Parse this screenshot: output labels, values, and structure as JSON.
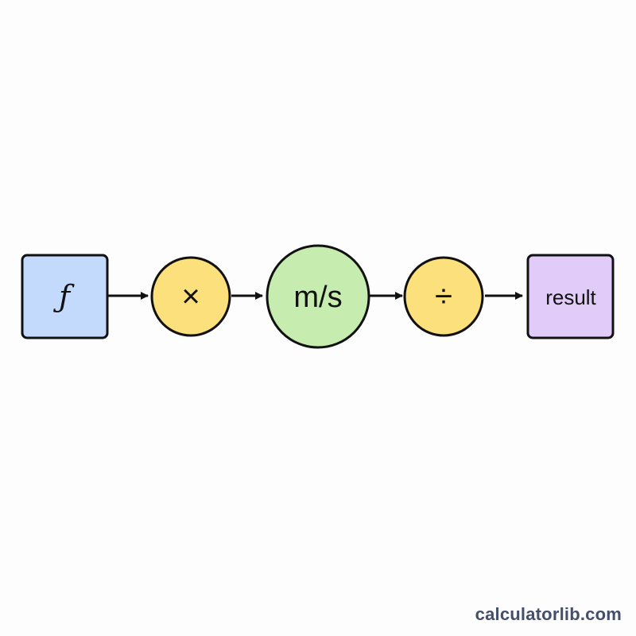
{
  "diagram": {
    "nodes": [
      {
        "id": "input",
        "shape": "square",
        "label": "ƒ",
        "fill": "#c4dafc"
      },
      {
        "id": "multiply",
        "shape": "circle",
        "label": "×",
        "fill": "#fbe07c"
      },
      {
        "id": "unit",
        "shape": "circle",
        "label": "m/s",
        "fill": "#c6ecb0"
      },
      {
        "id": "divide",
        "shape": "circle",
        "label": "÷",
        "fill": "#fbe07c"
      },
      {
        "id": "output",
        "shape": "square",
        "label": "result",
        "fill": "#e1ccf9"
      }
    ],
    "stroke": "#111111",
    "arrow_color": "#111111"
  },
  "footer": {
    "site": "calculatorlib.com"
  }
}
